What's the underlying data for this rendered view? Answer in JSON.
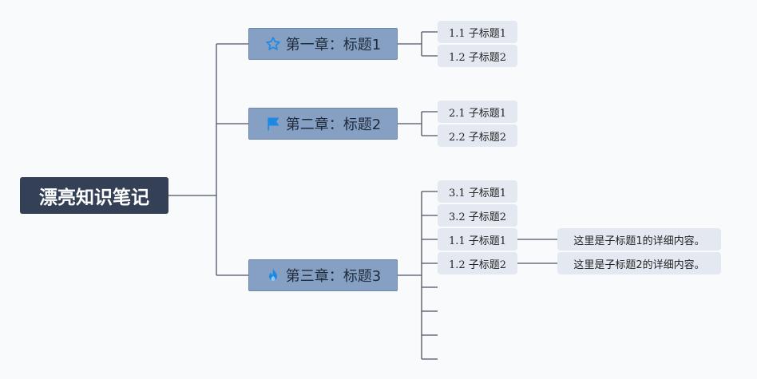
{
  "mindmap": {
    "root": {
      "label": "漂亮知识笔记"
    },
    "chapters": [
      {
        "label": "第一章：标题1",
        "icon": "star-icon",
        "subtopics": [
          {
            "label": "1.1 子标题1"
          },
          {
            "label": "1.2 子标题2"
          }
        ]
      },
      {
        "label": "第二章：标题2",
        "icon": "flag-icon",
        "subtopics": [
          {
            "label": "2.1 子标题1"
          },
          {
            "label": "2.2 子标题2"
          }
        ]
      },
      {
        "label": "第三章：标题3",
        "icon": "fire-icon",
        "subtopics": [
          {
            "label": "3.1 子标题1"
          },
          {
            "label": "3.2 子标题2"
          },
          {
            "label": "1.1 子标题1",
            "detail": "这里是子标题1的详细内容。"
          },
          {
            "label": "1.2 子标题2",
            "detail": "这里是子标题2的详细内容。"
          },
          {
            "label": ""
          },
          {
            "label": ""
          },
          {
            "label": ""
          },
          {
            "label": ""
          }
        ]
      }
    ]
  },
  "colors": {
    "background": "#f9fafb",
    "root_fill": "#334055",
    "chapter_fill": "#86a0c4",
    "subtopic_fill": "#e4e9f1",
    "connector": "#4a5566",
    "icon_blue": "#1e88e5"
  }
}
